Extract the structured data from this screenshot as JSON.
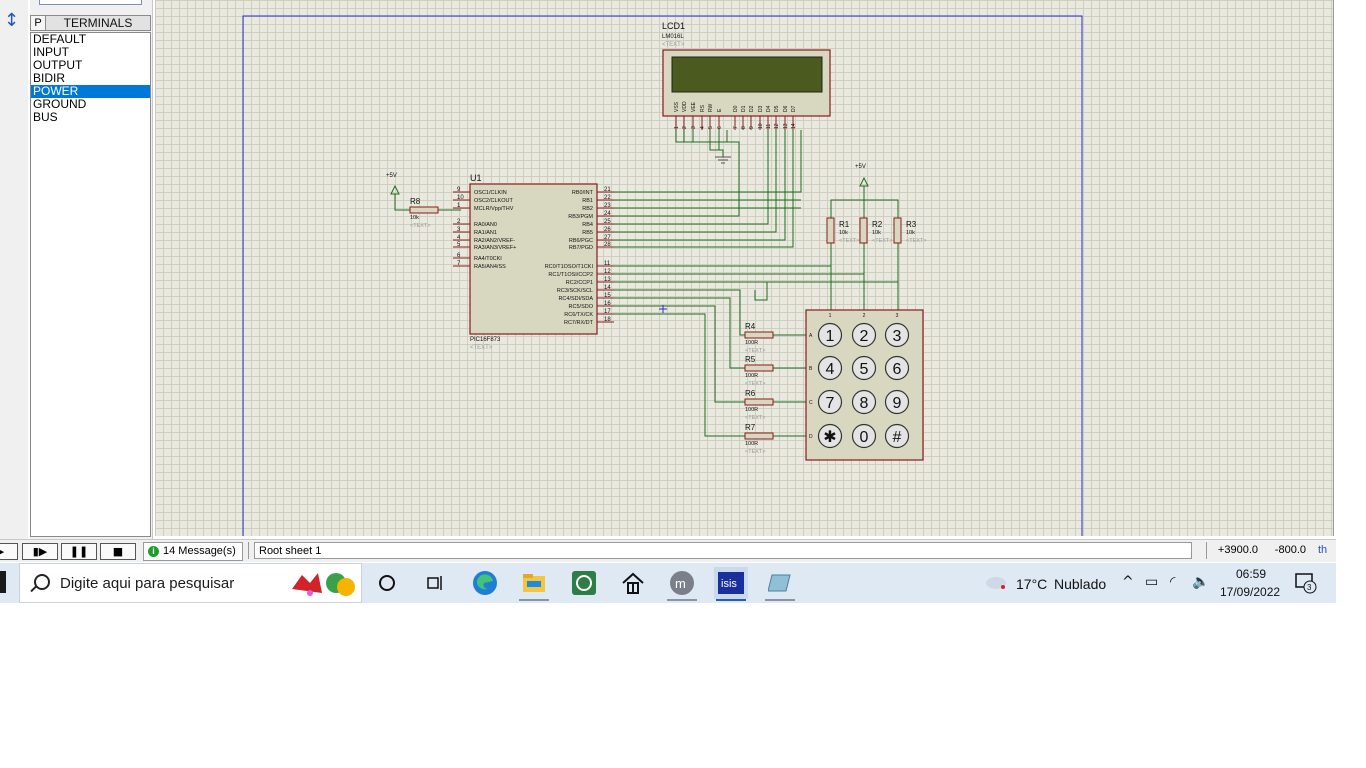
{
  "terminals_panel": {
    "p_button": "P",
    "title": "TERMINALS",
    "items": [
      "DEFAULT",
      "INPUT",
      "OUTPUT",
      "BIDIR",
      "POWER",
      "GROUND",
      "BUS"
    ],
    "selected": "POWER"
  },
  "schematic": {
    "lcd": {
      "ref": "LCD1",
      "part": "LM016L",
      "text": "<TEXT>",
      "pin_names": [
        "VSS",
        "VDD",
        "VEE",
        "RS",
        "RW",
        "E",
        "D0",
        "D1",
        "D2",
        "D3",
        "D4",
        "D5",
        "D6",
        "D7"
      ],
      "pin_numbers": [
        "1",
        "2",
        "3",
        "4",
        "5",
        "6",
        "7",
        "8",
        "9",
        "10",
        "11",
        "12",
        "13",
        "14"
      ]
    },
    "mcu": {
      "ref": "U1",
      "part": "PIC16F873",
      "text": "<TEXT>",
      "left_pins": [
        [
          "9",
          "OSC1/CLKIN"
        ],
        [
          "10",
          "OSC2/CLKOUT"
        ],
        [
          "1",
          "MCLR/Vpp/THV"
        ],
        [
          "2",
          "RA0/AN0"
        ],
        [
          "3",
          "RA1/AN1"
        ],
        [
          "4",
          "RA2/AN2/VREF-"
        ],
        [
          "5",
          "RA3/AN3/VREF+"
        ],
        [
          "6",
          "RA4/T0CKI"
        ],
        [
          "7",
          "RA5/AN4/SS"
        ]
      ],
      "right_pins": [
        [
          "21",
          "RB0/INT"
        ],
        [
          "22",
          "RB1"
        ],
        [
          "23",
          "RB2"
        ],
        [
          "24",
          "RB3/PGM"
        ],
        [
          "25",
          "RB4"
        ],
        [
          "26",
          "RB5"
        ],
        [
          "27",
          "RB6/PGC"
        ],
        [
          "28",
          "RB7/PGD"
        ],
        [
          "11",
          "RC0/T1OSO/T1CKI"
        ],
        [
          "12",
          "RC1/T1OSI/CCP2"
        ],
        [
          "13",
          "RC2/CCP1"
        ],
        [
          "14",
          "RC3/SCK/SCL"
        ],
        [
          "15",
          "RC4/SDI/SDA"
        ],
        [
          "16",
          "RC5/SDO"
        ],
        [
          "17",
          "RC6/TX/CK"
        ],
        [
          "18",
          "RC7/RX/DT"
        ]
      ]
    },
    "power_label": "+5V",
    "resistors": [
      {
        "ref": "R8",
        "value": "10k",
        "text": "<TEXT>"
      },
      {
        "ref": "R1",
        "value": "10k",
        "text": "<TEXT>"
      },
      {
        "ref": "R2",
        "value": "10k",
        "text": "<TEXT>"
      },
      {
        "ref": "R3",
        "value": "10k",
        "text": "<TEXT>"
      },
      {
        "ref": "R4",
        "value": "100R",
        "text": "<TEXT>"
      },
      {
        "ref": "R5",
        "value": "100R",
        "text": "<TEXT>"
      },
      {
        "ref": "R6",
        "value": "100R",
        "text": "<TEXT>"
      },
      {
        "ref": "R7",
        "value": "100R",
        "text": "<TEXT>"
      }
    ],
    "keypad": {
      "keys": [
        "1",
        "2",
        "3",
        "4",
        "5",
        "6",
        "7",
        "8",
        "9",
        "✱",
        "0",
        "#"
      ],
      "row_labels": [
        "A",
        "B",
        "C",
        "D"
      ],
      "col_labels": [
        "1",
        "2",
        "3"
      ]
    }
  },
  "status_bar": {
    "messages": "14 Message(s)",
    "sheet": "Root sheet 1",
    "coord_x": "+3900.0",
    "coord_y": "-800.0",
    "unit": "th"
  },
  "taskbar": {
    "search_placeholder": "Digite aqui para pesquisar",
    "apps": [
      "cortana-icon",
      "task-view-icon",
      "edge-icon",
      "file-explorer-icon",
      "whatsapp-icon",
      "home-app-icon",
      "m-app-icon",
      "isis-icon",
      "notes-app-icon"
    ],
    "isis_label": "ISIS",
    "weather_temp": "17°C",
    "weather_desc": "Nublado",
    "time": "06:59",
    "date": "17/09/2022",
    "notifications": "3"
  },
  "colors": {
    "wire": "#1f6b1f",
    "component_border": "#8b1a1a",
    "component_fill": "#d8d8c0",
    "selection": "#0078d7",
    "sheet_border": "#2a2ad8"
  }
}
